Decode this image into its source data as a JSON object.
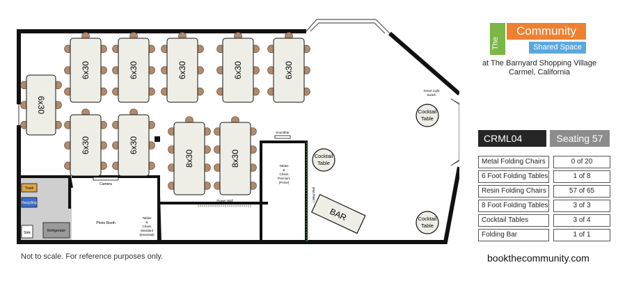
{
  "logo": {
    "the": "The",
    "community": "Community",
    "shared": "Shared Space"
  },
  "location": {
    "line1": "at The Barnyard Shopping Village",
    "line2": "Carmel, California"
  },
  "room": {
    "code": "CRML04",
    "seating": "Seating 57"
  },
  "inventory": [
    {
      "item": "Metal Folding Chairs",
      "count": "0 of 20"
    },
    {
      "item": "6 Foot Folding Tables",
      "count": "1 of 8"
    },
    {
      "item": "Resin Folding Chairs",
      "count": "57 of 65"
    },
    {
      "item": "8 Foot Folding Tables",
      "count": "3 of 3"
    },
    {
      "item": "Cocktail Tables",
      "count": "3 of 4"
    },
    {
      "item": "Folding Bar",
      "count": "1 of 1"
    }
  ],
  "footer": {
    "note": "Not to scale. For reference purposes only.",
    "website": "bookthecommunity.com"
  },
  "plan": {
    "table_6x30": "6x30",
    "table_8x30": "8x30",
    "cocktail": "Cocktail",
    "cocktail_2": "Table",
    "bar": "BAR",
    "trash": "Trash",
    "recycling": "Recycling",
    "sink": "Sink",
    "refrigerator": "Refrigerator",
    "camera": "Camera",
    "photo_booth": "Photo Booth",
    "standard_1": "Tables",
    "standard_2": "&",
    "standard_3": "Chairs",
    "standard_4": "Standard",
    "standard_5": "(Essential)",
    "premium_1": "Tables",
    "premium_2": "&",
    "premium_3": "Chairs",
    "premium_4": "Premium",
    "premium_5": "(Prime)",
    "flower_wall": "Flower Wall",
    "soundbar": "Soundbar",
    "living_wall": "Living Wall",
    "smart_switch_1": "Smart Light",
    "smart_switch_2": "Switch"
  },
  "colors": {
    "table": "#efeee6",
    "chair": "#b08a6a",
    "wall": "#111111",
    "logo_green": "#7ab648",
    "logo_orange": "#ef8030",
    "logo_blue": "#5aa8dd",
    "recycling": "#3f6fc8"
  }
}
